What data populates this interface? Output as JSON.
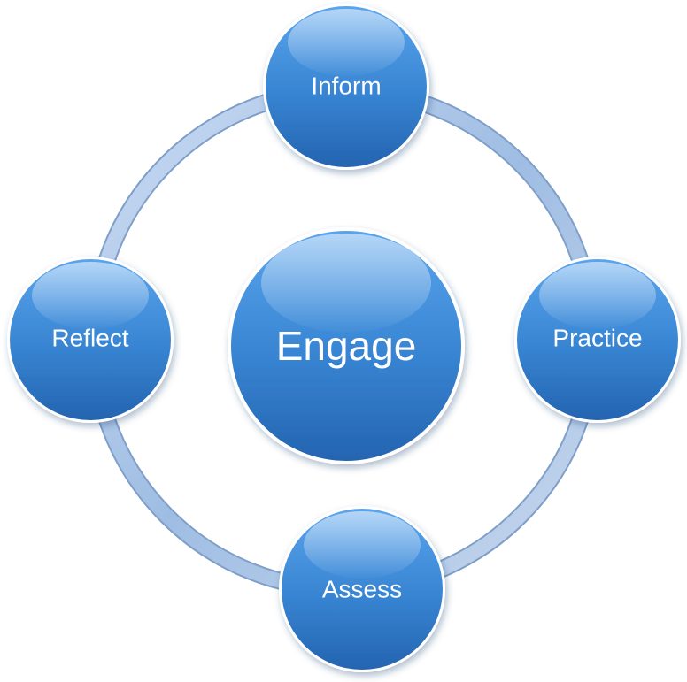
{
  "diagram": {
    "center": {
      "label": "Engage"
    },
    "nodes": {
      "top": {
        "label": "Inform"
      },
      "right": {
        "label": "Practice"
      },
      "bottom": {
        "label": "Assess"
      },
      "left": {
        "label": "Reflect"
      }
    }
  },
  "colors": {
    "node_fill": "#3a86d4",
    "node_highlight": "#6fb0ee",
    "node_shadow": "#1f5fa8",
    "ring": "#aec6e6",
    "label": "#ffffff"
  }
}
